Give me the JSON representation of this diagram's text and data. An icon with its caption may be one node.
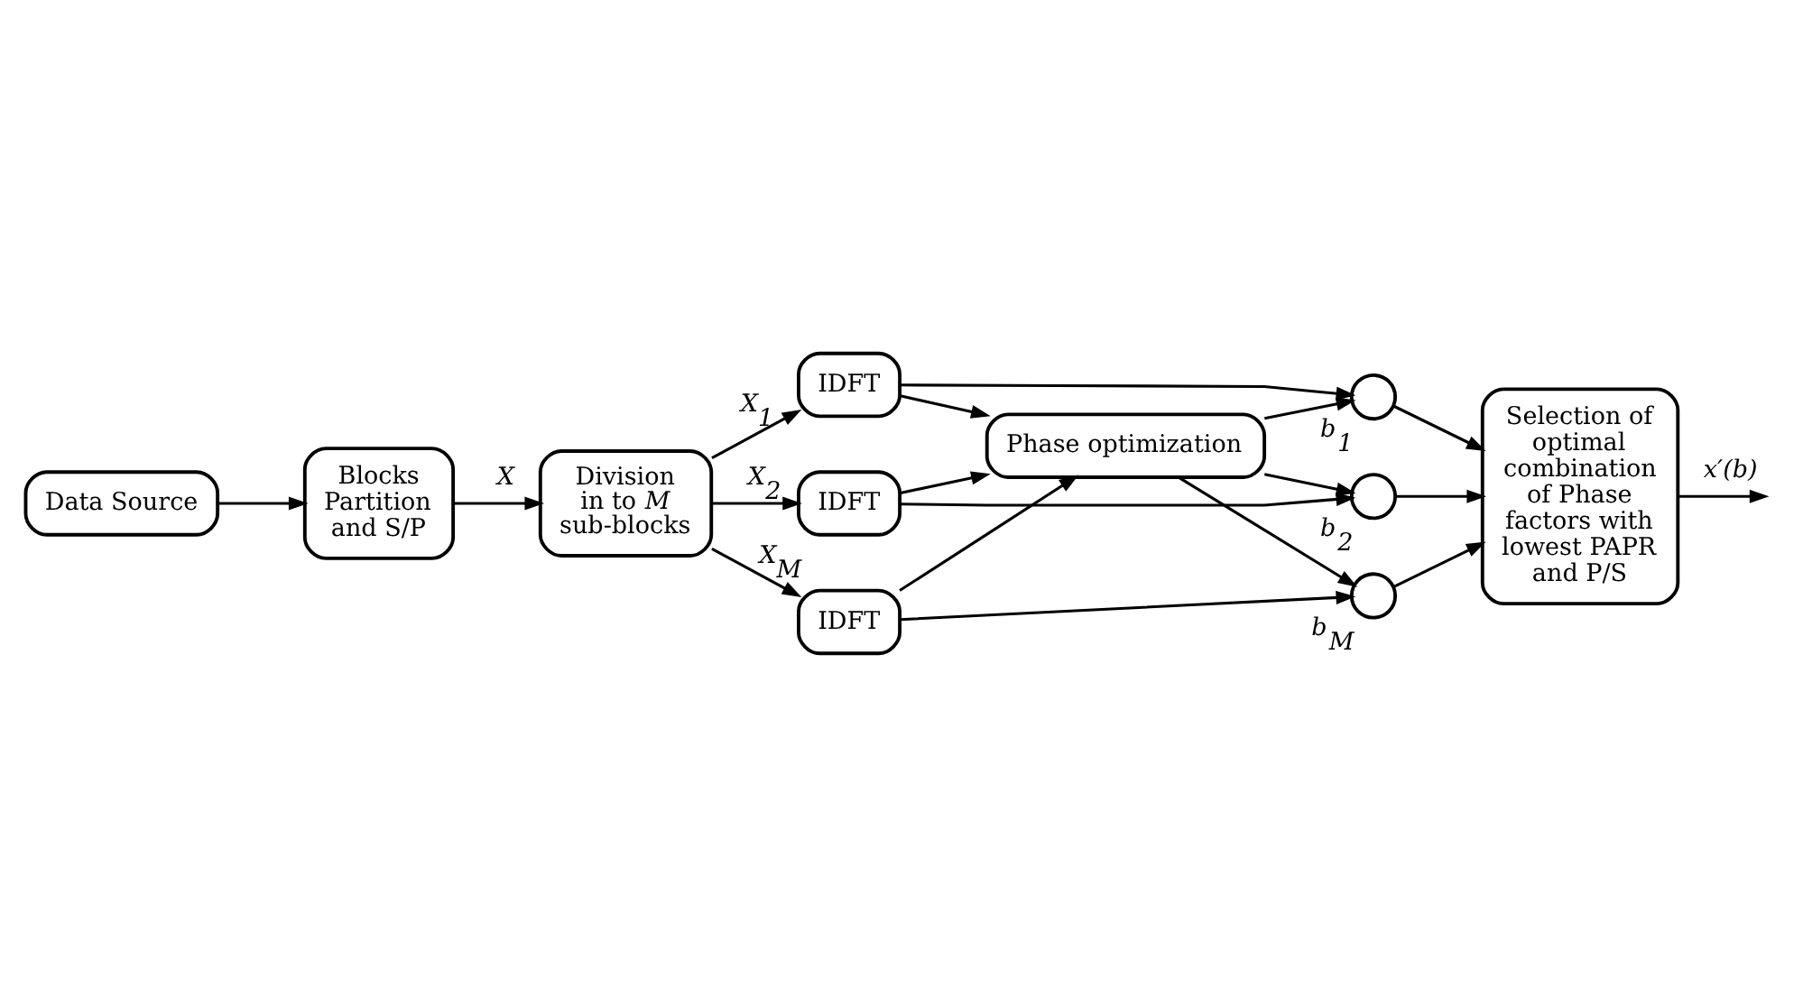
{
  "diagram": {
    "nodes": [
      {
        "text": [
          "Data Source"
        ]
      },
      {
        "text": [
          "Blocks Partition and S/P"
        ]
      },
      {
        "text": [
          "Division in to *M* sub-blocks"
        ]
      },
      {
        "text": [
          "IDFT"
        ]
      },
      {
        "text": [
          "IDFT"
        ]
      },
      {
        "text": [
          "IDFT"
        ]
      },
      {
        "text": [],
        "shape": "circle",
        "beside": [
          "b$_{1}$"
        ]
      },
      {
        "text": [],
        "shape": "circle",
        "beside": [
          "b$_{2}$"
        ]
      },
      {
        "text": [],
        "shape": "circle",
        "beside": [
          "b$_{M}$"
        ]
      },
      {
        "text": [
          "Selection of optimal combination of Phase factors with lowest PAPR and P/S"
        ]
      },
      {
        "text": [
          "Phase optimization"
        ]
      }
    ],
    "edges": [
      {
        "from": 0,
        "to": 1,
        "arrow": "to"
      },
      {
        "from": 1,
        "to": 2,
        "arrow": "to",
        "label": "X"
      },
      {
        "from": 2,
        "to": 3,
        "arrow": "to",
        "label": "X$_{1}$"
      },
      {
        "from": 2,
        "to": 4,
        "arrow": "to",
        "label": "X$_{2}$"
      },
      {
        "from": 2,
        "to": 5,
        "arrow": "to",
        "label": "X$_{M}$"
      },
      {
        "from": 3,
        "to": 6,
        "arrow": "to"
      },
      {
        "from": 4,
        "to": 7,
        "arrow": "to"
      },
      {
        "from": 5,
        "to": 8,
        "arrow": "to"
      },
      {
        "from": 3,
        "to": 10,
        "arrow": "to"
      },
      {
        "from": 4,
        "to": 10,
        "arrow": "to"
      },
      {
        "from": 5,
        "to": 10,
        "arrow": "to"
      },
      {
        "from": 10,
        "to": 6,
        "arrow": "to"
      },
      {
        "from": 10,
        "to": 7,
        "arrow": "to"
      },
      {
        "from": 10,
        "to": 8,
        "arrow": "to"
      },
      {
        "from": 6,
        "to": 9,
        "arrow": "to"
      },
      {
        "from": 7,
        "to": 9,
        "arrow": "to"
      },
      {
        "from": 8,
        "to": 9,
        "arrow": "to"
      },
      {
        "from": 9,
        "to": null,
        "arrow": "to",
        "label": "x′(b)"
      }
    ]
  }
}
